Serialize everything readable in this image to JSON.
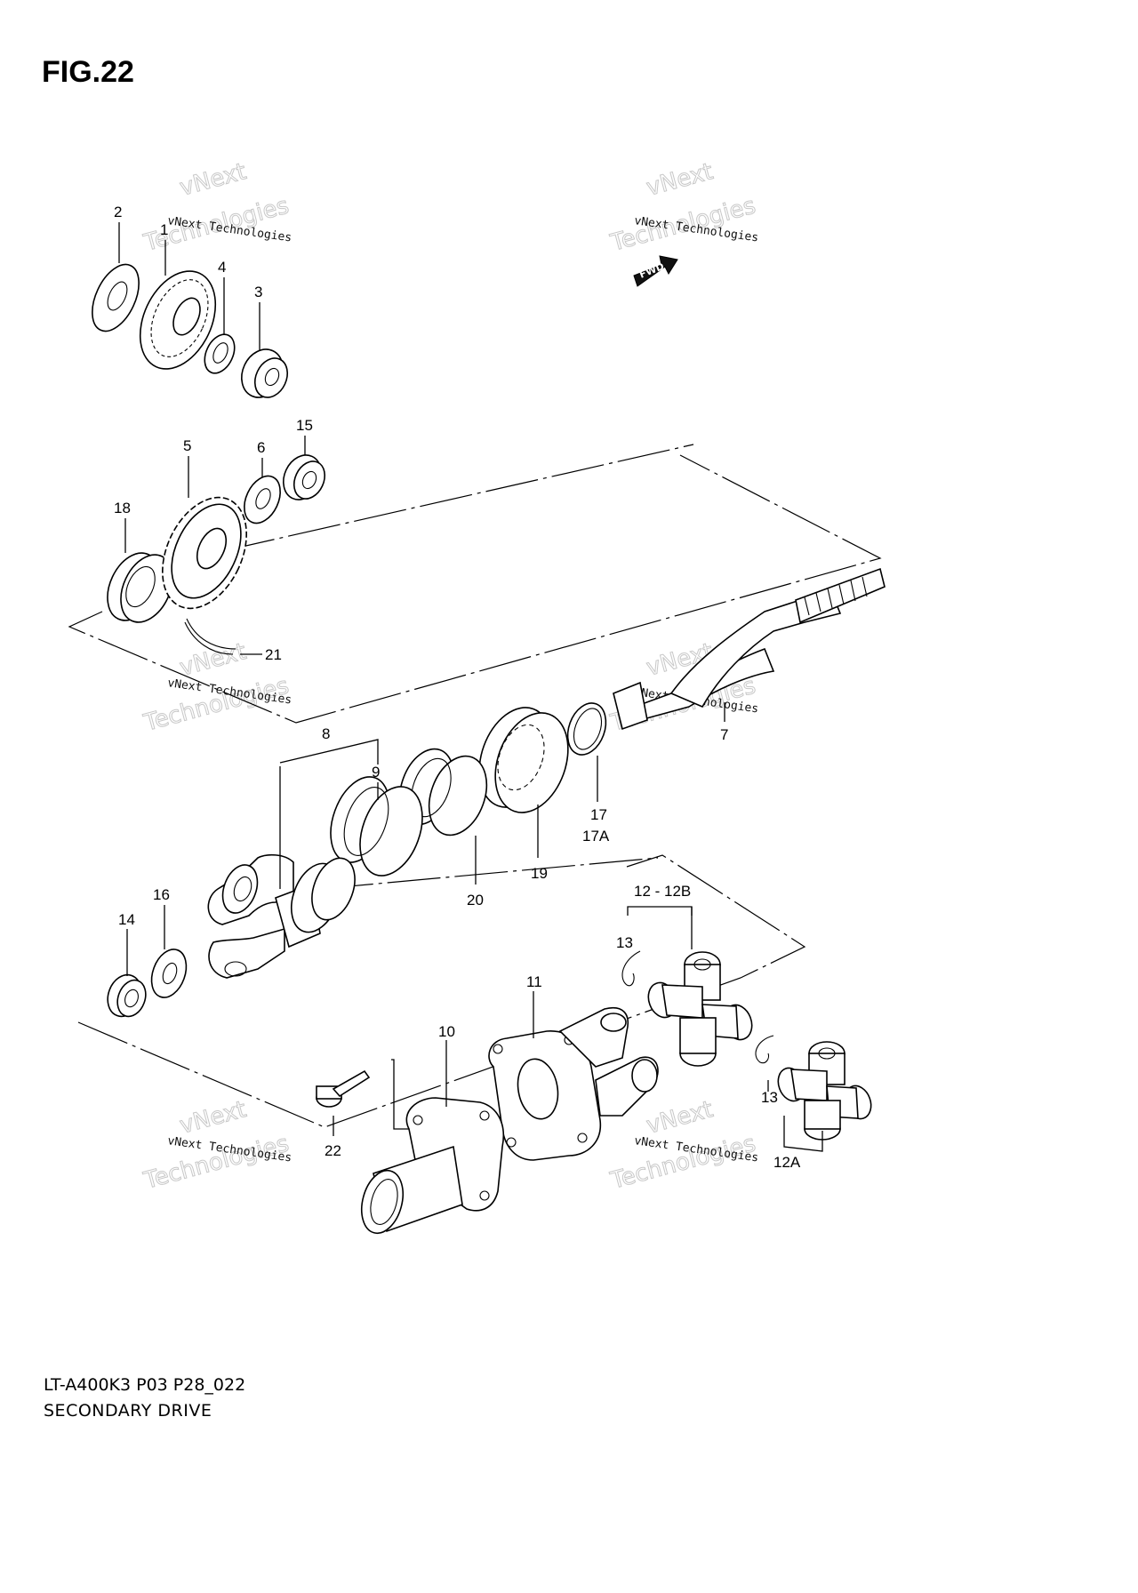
{
  "figure": {
    "title": "FIG.22",
    "model_code": "LT-A400K3 P03 P28_022",
    "assembly_name": "SECONDARY DRIVE",
    "direction_label": "FWD"
  },
  "watermark": {
    "line_top": "vNext",
    "line_mid": "vNext Technologies",
    "line_big": "Technologies"
  },
  "callouts": [
    {
      "id": "c2",
      "label": "2"
    },
    {
      "id": "c1",
      "label": "1"
    },
    {
      "id": "c4",
      "label": "4"
    },
    {
      "id": "c3",
      "label": "3"
    },
    {
      "id": "c5",
      "label": "5"
    },
    {
      "id": "c6",
      "label": "6"
    },
    {
      "id": "c15",
      "label": "15"
    },
    {
      "id": "c18",
      "label": "18"
    },
    {
      "id": "c21",
      "label": "21"
    },
    {
      "id": "c7",
      "label": "7"
    },
    {
      "id": "c8",
      "label": "8"
    },
    {
      "id": "c9",
      "label": "9"
    },
    {
      "id": "c17",
      "label": "17"
    },
    {
      "id": "c17a",
      "label": "17A"
    },
    {
      "id": "c19",
      "label": "19"
    },
    {
      "id": "c20",
      "label": "20"
    },
    {
      "id": "c16",
      "label": "16"
    },
    {
      "id": "c14",
      "label": "14"
    },
    {
      "id": "c12",
      "label": "12 - 12B"
    },
    {
      "id": "c13a",
      "label": "13"
    },
    {
      "id": "c11",
      "label": "11"
    },
    {
      "id": "c10",
      "label": "10"
    },
    {
      "id": "c22",
      "label": "22"
    },
    {
      "id": "c13b",
      "label": "13"
    },
    {
      "id": "c12a",
      "label": "12A"
    }
  ]
}
